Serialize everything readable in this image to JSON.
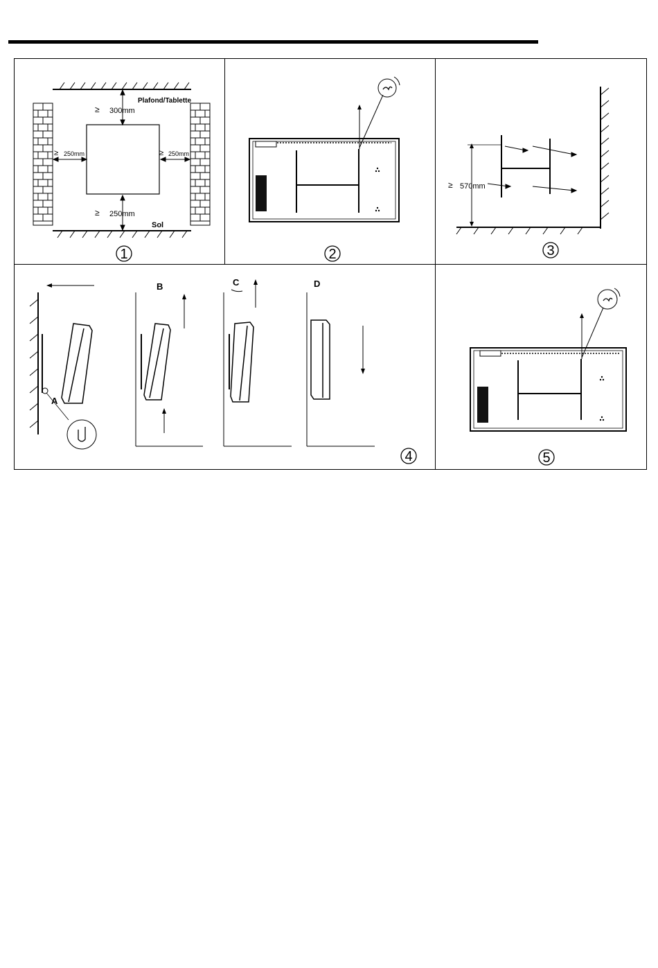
{
  "panel1": {
    "ceiling_label": "Plafond/Tablette",
    "floor_label": "Sol",
    "top_clearance": "300mm",
    "left_clearance": "250mm",
    "right_clearance": "250mm",
    "bottom_clearance": "250mm",
    "geq_symbol": "≥",
    "step": "1"
  },
  "panel2": {
    "step": "2"
  },
  "panel3": {
    "height_label": "570mm",
    "geq_symbol": "≥",
    "step": "3"
  },
  "panel4": {
    "label_a": "A",
    "label_b": "B",
    "label_c": "C",
    "label_d": "D",
    "step": "4"
  },
  "panel5": {
    "step": "5"
  }
}
